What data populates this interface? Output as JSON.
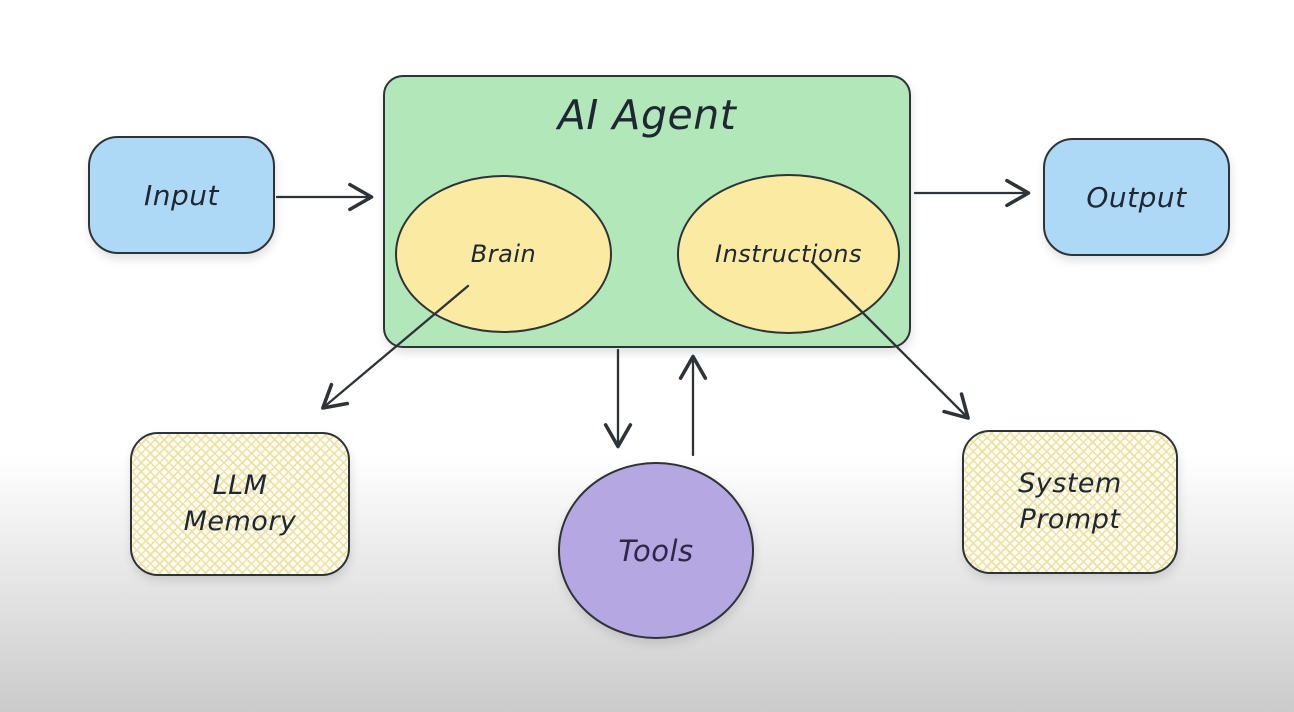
{
  "palette": {
    "background_top": "#ffffff",
    "background_bottom": "#cbcbcb",
    "agent_fill": "#b2e7ba",
    "ellipse_fill": "#fbeaa2",
    "io_fill": "#aed9f6",
    "tools_fill": "#b4a7e2",
    "hatch_base": "#fffdf2",
    "hatch_line": "#ece0a4",
    "stroke": "#2e3338",
    "text": "#1f2733",
    "tools_text": "#2e2747"
  },
  "diagram": {
    "agent": {
      "title": "AI Agent",
      "brain_label": "Brain",
      "instructions_label": "Instructions"
    },
    "input": {
      "label": "Input"
    },
    "output": {
      "label": "Output"
    },
    "llm_memory": {
      "line1": "LLM",
      "line2": "Memory"
    },
    "tools": {
      "label": "Tools"
    },
    "system_prompt": {
      "line1": "System",
      "line2": "Prompt"
    },
    "connections": [
      {
        "from": "input",
        "to": "ai-agent",
        "direction": "right"
      },
      {
        "from": "ai-agent",
        "to": "output",
        "direction": "right"
      },
      {
        "from": "brain",
        "to": "llm-memory",
        "direction": "down-left"
      },
      {
        "from": "ai-agent",
        "to": "tools",
        "direction": "down"
      },
      {
        "from": "tools",
        "to": "ai-agent",
        "direction": "up"
      },
      {
        "from": "instructions",
        "to": "system-prompt",
        "direction": "down-right"
      }
    ]
  }
}
